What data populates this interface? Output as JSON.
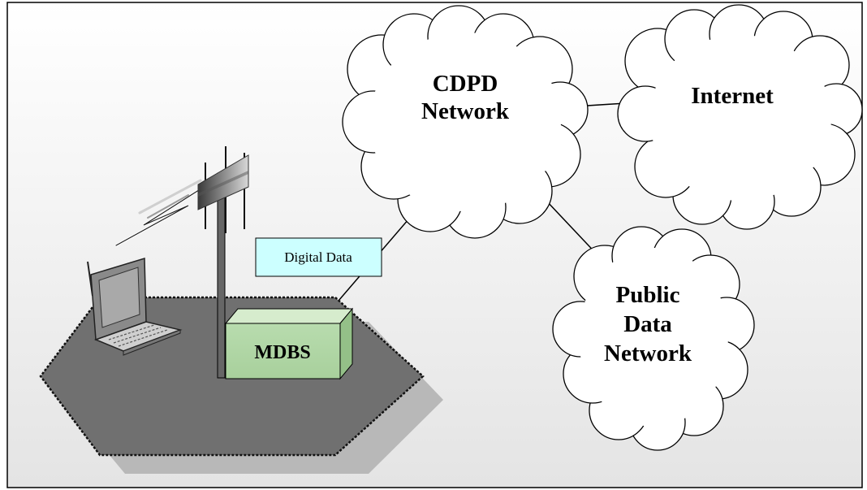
{
  "clouds": {
    "cdpd": {
      "line1": "CDPD",
      "line2": "Network"
    },
    "internet": {
      "label": "Internet"
    },
    "pdn": {
      "line1": "Public",
      "line2": "Data",
      "line3": "Network"
    }
  },
  "mdbs": {
    "label": "MDBS"
  },
  "digital_data": {
    "label": "Digital Data"
  },
  "colors": {
    "background_top": "#ffffff",
    "background_bottom": "#e4e4e4",
    "hexagon": "#707070",
    "hexagon_shadow": "#b8b8b8",
    "mdbs_fill": "#b8dcae",
    "digital_data_fill": "#ccffff",
    "cloud_fill": "#ffffff",
    "line": "#000000"
  },
  "icons": [
    "antenna-icon",
    "laptop-icon",
    "radio-signal-icon"
  ]
}
